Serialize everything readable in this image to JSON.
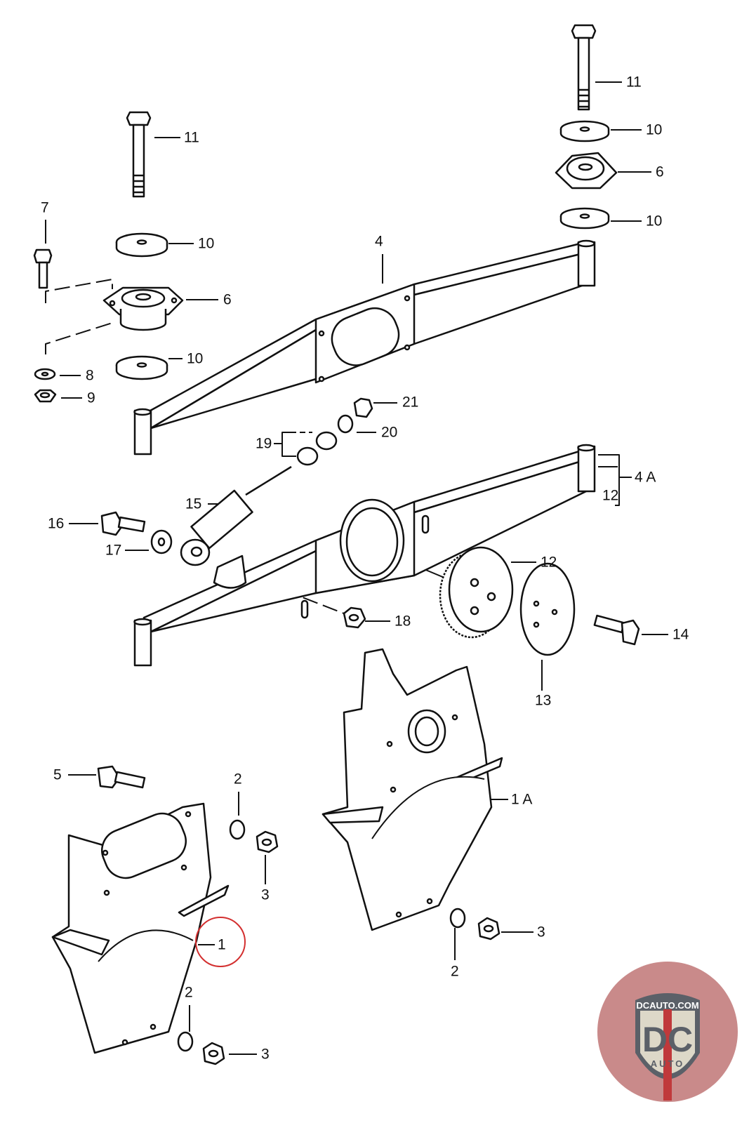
{
  "callouts": {
    "c11a": "11",
    "c11b": "11",
    "c10a": "10",
    "c6a": "6",
    "c10b": "10",
    "c10c": "10",
    "c7": "7",
    "c4": "4",
    "c6b": "6",
    "c10d": "10",
    "c8": "8",
    "c9": "9",
    "c21": "21",
    "c20": "20",
    "c19": "19",
    "c4A": "4 A",
    "c12a": "12",
    "c15": "15",
    "c16": "16",
    "c17": "17",
    "c12b": "12",
    "c18": "18",
    "c14": "14",
    "c13": "13",
    "c5": "5",
    "c2a": "2",
    "c1A": "1 A",
    "c3a": "3",
    "c1": "1",
    "c3b": "3",
    "c2b": "2",
    "c2c": "2",
    "c3c": "3"
  },
  "highlight": {
    "callout": "1",
    "color": "#d32f2f"
  },
  "logo": {
    "top_text": "DCAUTO.COM",
    "main_text": "DC",
    "bottom_text": "AUTO",
    "colors": {
      "badge": "#c98a8a",
      "shield": "#5b6068",
      "stripe": "#c0393b",
      "field": "#ddd8c8"
    }
  }
}
